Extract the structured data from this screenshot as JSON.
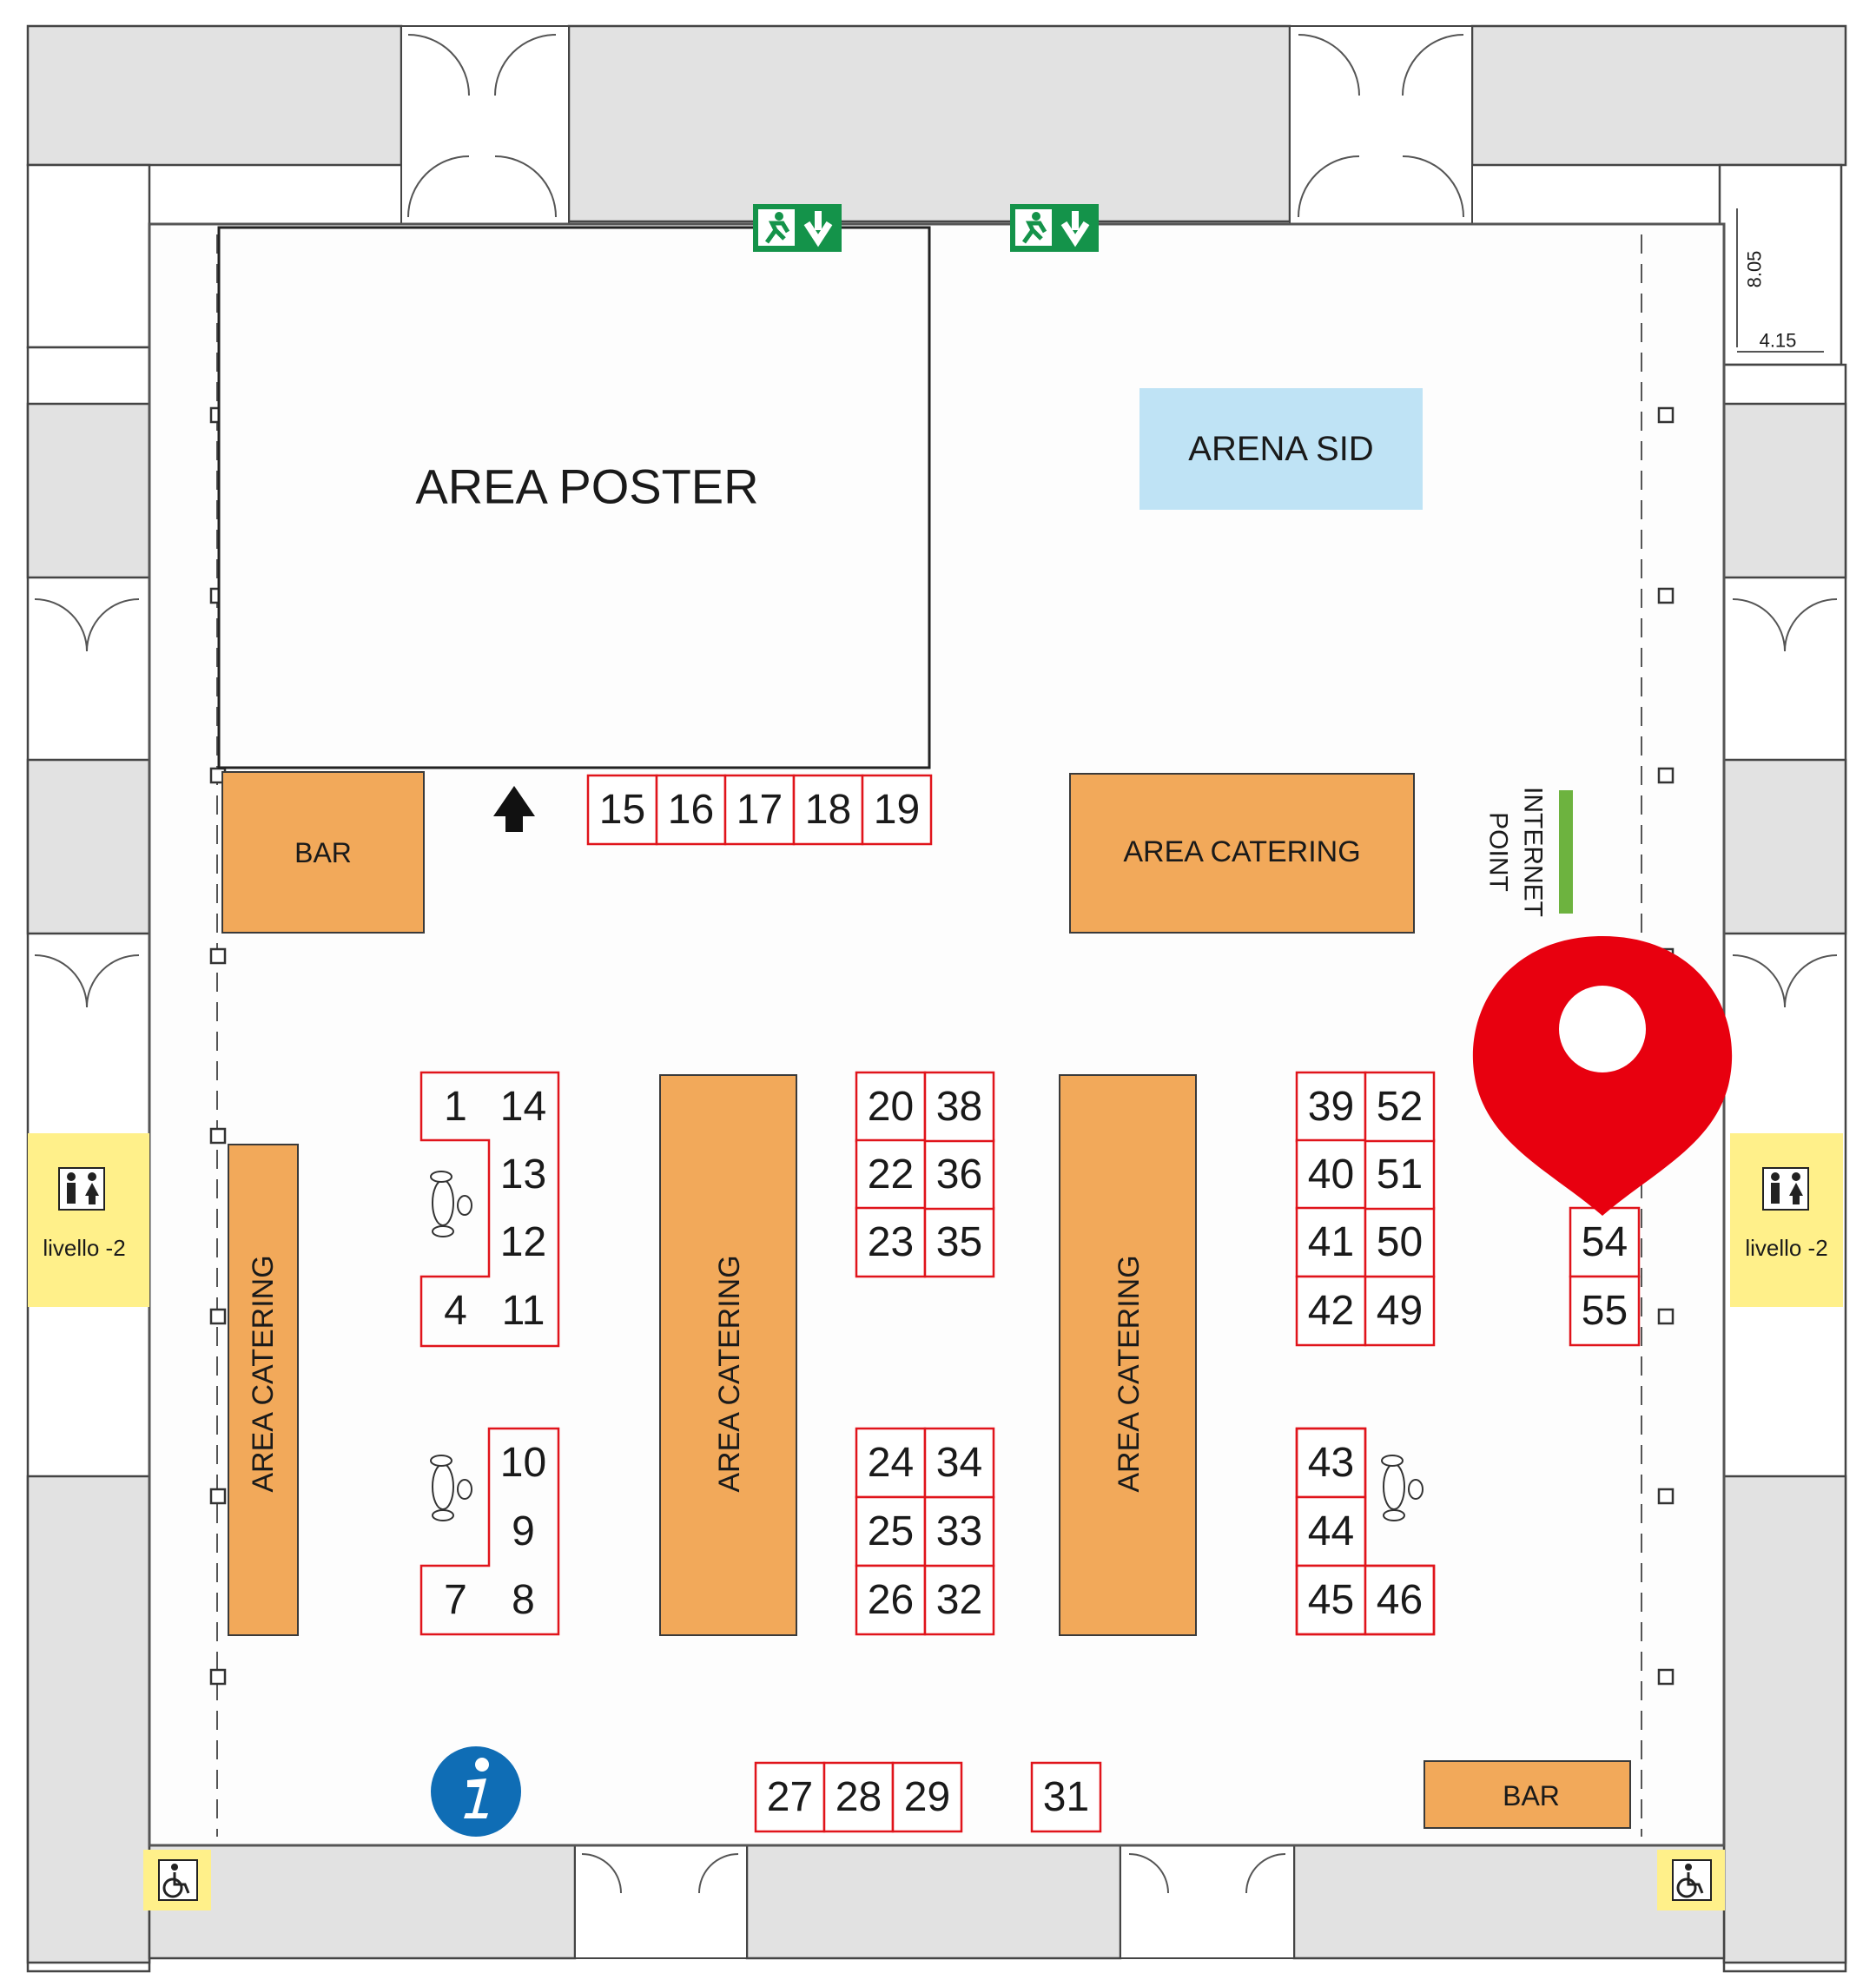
{
  "map": {
    "areas": {
      "area_poster": "AREA POSTER",
      "arena_sid": "ARENA SID",
      "bar_left": "BAR",
      "bar_right": "BAR",
      "catering_top": "AREA CATERING",
      "catering_v1": "AREA CATERING",
      "catering_v2": "AREA CATERING",
      "catering_v3": "AREA CATERING",
      "internet_point": [
        "INTERNET",
        "POINT"
      ]
    },
    "restrooms": {
      "left_label": "livello -2",
      "right_label": "livello -2"
    },
    "dimensions": {
      "height": "8.05",
      "width": "4.15"
    },
    "stands": [
      "1",
      "4",
      "7",
      "8",
      "9",
      "10",
      "11",
      "12",
      "13",
      "14",
      "15",
      "16",
      "17",
      "18",
      "19",
      "20",
      "22",
      "23",
      "24",
      "25",
      "26",
      "27",
      "28",
      "29",
      "31",
      "32",
      "33",
      "34",
      "35",
      "36",
      "38",
      "39",
      "40",
      "41",
      "42",
      "43",
      "44",
      "45",
      "46",
      "49",
      "50",
      "51",
      "52",
      "54",
      "55"
    ],
    "icons": {
      "emergency_exit": "emergency-exit-sign-icon",
      "info": "information-icon",
      "accessible": "wheelchair-accessible-icon",
      "restroom": "restroom-icon",
      "location_pin": "location-pin-icon",
      "entrance_arrow": "arrow-up-icon"
    },
    "colors": {
      "stand_border": "#e0141b",
      "catering": "#f2a95a",
      "arena": "#bfe3f5",
      "restroom_bg": "#fff08a",
      "internet_point": "#6db33f",
      "pin": "#e8000f",
      "exit_green": "#14934a",
      "info_blue": "#0f6db5"
    }
  }
}
